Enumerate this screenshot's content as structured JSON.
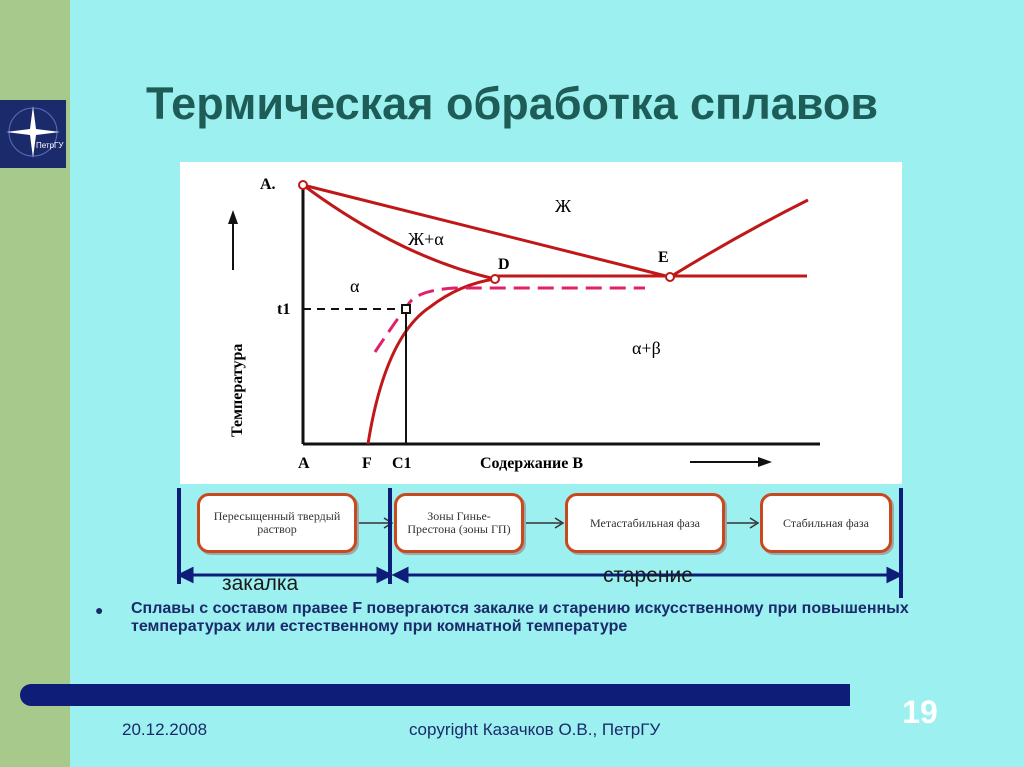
{
  "slide": {
    "title": "Термическая обработка сплавов",
    "logo_text": "ПетрГУ",
    "slide_number": "19",
    "date": "20.12.2008",
    "copyright": "copyright Казачков О.В., ПетрГУ"
  },
  "diagram": {
    "point_labels": {
      "A_top": "A.",
      "t1": "t1",
      "D": "D",
      "E": "E",
      "A_bottom": "A",
      "F": "F",
      "C1": "C1"
    },
    "region_labels": {
      "liquid": "Ж",
      "liquid_alpha": "Ж+α",
      "alpha": "α",
      "alpha_beta": "α+β"
    },
    "y_axis_label": "Температура",
    "x_axis_label": "Содержание B"
  },
  "process": {
    "steps": [
      "Пересыщенный твердый раствор",
      "Зоны Гинье-Престона (зоны ГП)",
      "Метастабильная фаза",
      "Стабильная фаза"
    ],
    "phases": {
      "quench": "закалка",
      "aging": "старение"
    }
  },
  "bullet": "Сплавы с составом правее F повергаются закалке и старению искусственному при повышенных температурах или естественному при комнатной температуре",
  "colors": {
    "background": "#9cf0f0",
    "left_bar": "#a7c98b",
    "title": "#1d5c57",
    "navy": "#0e1e78",
    "curve_red": "#c01818",
    "dashed_pink": "#e0206a"
  }
}
